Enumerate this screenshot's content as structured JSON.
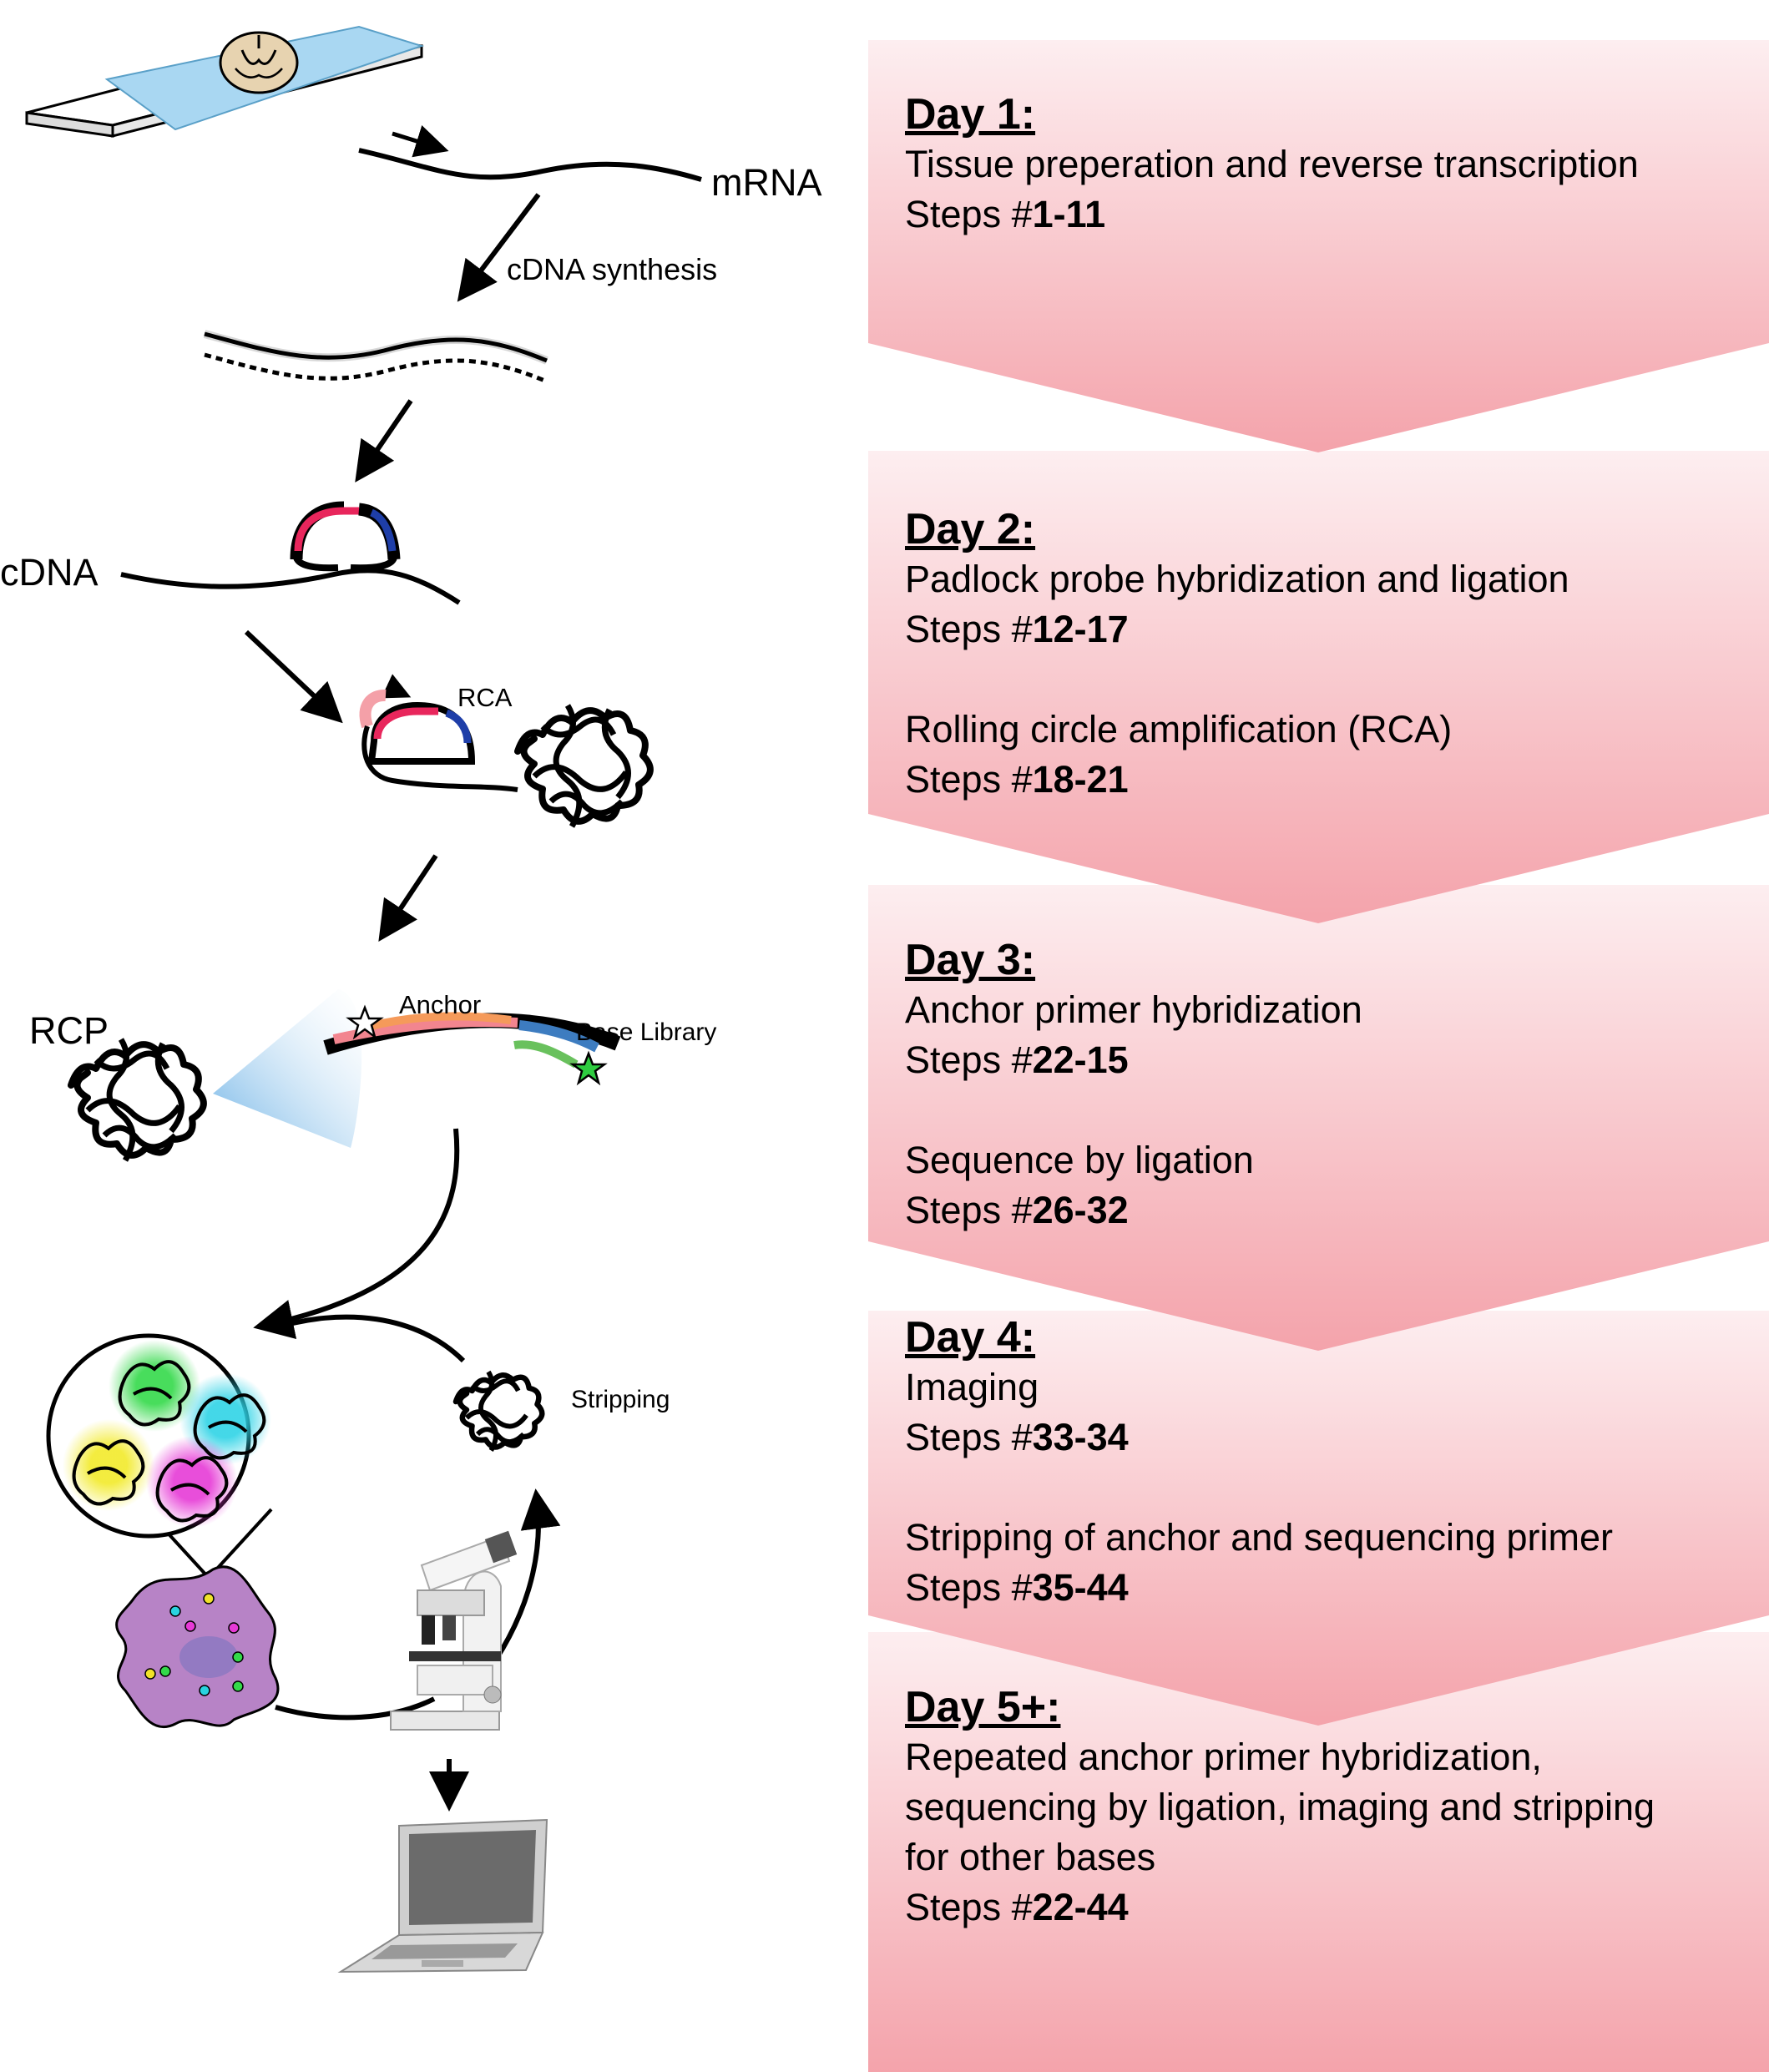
{
  "diagram": {
    "labels": {
      "mrna": "mRNA",
      "cdna_synthesis": "cDNA synthesis",
      "cdna": "cDNA",
      "rca": "RCA",
      "rcp": "RCP",
      "anchor": "Anchor",
      "base_library": "Base Library",
      "stripping": "Stripping"
    },
    "colors": {
      "chevron_top": "#fdeef0",
      "chevron_bottom": "#f4a3ab",
      "slide_blue": "#a9d7f2",
      "probe_pink": "#e8265c",
      "probe_blue": "#1e3ea8",
      "anchor_orange": "#f59a5a",
      "anchor_pink": "#f2858f",
      "library_green": "#69c15d",
      "library_blue": "#3d7cc0",
      "cell_purple": "#b783c6"
    }
  },
  "days": [
    {
      "title": "Day 1:",
      "lines": [
        {
          "text": "Tissue preperation and reverse transcription"
        },
        {
          "prefix": "Steps #",
          "steps": "1-11"
        }
      ]
    },
    {
      "title": "Day 2:",
      "lines": [
        {
          "text": "Padlock probe hybridization and ligation"
        },
        {
          "prefix": "Steps #",
          "steps": "12-17"
        },
        {
          "gap": true
        },
        {
          "text": "Rolling circle amplification (RCA)"
        },
        {
          "prefix": "Steps #",
          "steps": "18-21"
        }
      ]
    },
    {
      "title": "Day 3:",
      "lines": [
        {
          "text": "Anchor primer hybridization"
        },
        {
          "prefix": "Steps #",
          "steps": "22-15"
        },
        {
          "gap": true
        },
        {
          "text": "Sequence by ligation"
        },
        {
          "prefix": "Steps #",
          "steps": "26-32"
        }
      ]
    },
    {
      "title": "Day 4:",
      "lines": [
        {
          "text": "Imaging"
        },
        {
          "prefix": "Steps #",
          "steps": "33-34"
        },
        {
          "gap": true
        },
        {
          "text": "Stripping of anchor and sequencing primer"
        },
        {
          "prefix": "Steps #",
          "steps": "35-44"
        }
      ]
    },
    {
      "title": "Day 5+:",
      "lines": [
        {
          "text": "Repeated anchor primer hybridization,"
        },
        {
          "text": "sequencing by ligation, imaging and stripping"
        },
        {
          "text": "for other bases"
        },
        {
          "prefix": "Steps #",
          "steps": "22-44"
        }
      ]
    }
  ]
}
